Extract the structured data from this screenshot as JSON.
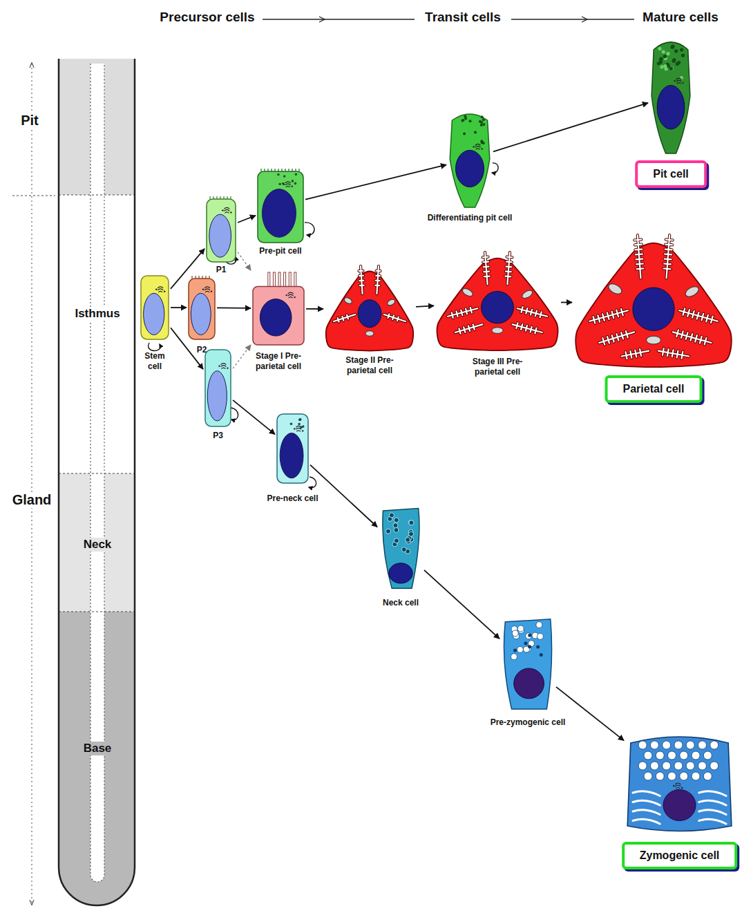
{
  "diagram": {
    "nodes": [
      {
        "text": [
          "Stem cell"
        ]
      },
      {
        "text": [
          "P1"
        ]
      },
      {
        "text": [
          "P2"
        ]
      },
      {
        "text": [
          "P3"
        ]
      },
      {
        "text": [
          "Pre-pit cell"
        ]
      },
      {
        "text": [
          "Differentiating pit cell"
        ]
      },
      {
        "text": [
          "Pit cell"
        ]
      },
      {
        "text": [
          "Stage I Pre-parietal cell"
        ]
      },
      {
        "text": [
          "Stage II Pre-parietal cell"
        ]
      },
      {
        "text": [
          "Stage III Pre-parietal cell"
        ]
      },
      {
        "text": [
          "Parietal cell"
        ]
      },
      {
        "text": [
          "Pre-neck cell"
        ]
      },
      {
        "text": [
          "Neck cell"
        ]
      },
      {
        "text": [
          "Pre-zymogenic cell"
        ]
      },
      {
        "text": [
          "Zymogenic cell"
        ]
      }
    ],
    "edges": [
      {
        "from": 0,
        "to": 1,
        "arrow": "to"
      },
      {
        "from": 0,
        "to": 2,
        "arrow": "to"
      },
      {
        "from": 0,
        "to": 3,
        "arrow": "to"
      },
      {
        "from": 1,
        "to": 4,
        "arrow": "to"
      },
      {
        "from": 4,
        "to": 5,
        "arrow": "to"
      },
      {
        "from": 5,
        "to": 6,
        "arrow": "to"
      },
      {
        "from": 1,
        "to": 7,
        "arrow": "to"
      },
      {
        "from": 2,
        "to": 7,
        "arrow": "to"
      },
      {
        "from": 3,
        "to": 7,
        "arrow": "to"
      },
      {
        "from": 7,
        "to": 8,
        "arrow": "to"
      },
      {
        "from": 8,
        "to": 9,
        "arrow": "to"
      },
      {
        "from": 9,
        "to": 10,
        "arrow": "to"
      },
      {
        "from": 3,
        "to": 11,
        "arrow": "to"
      },
      {
        "from": 11,
        "to": 12,
        "arrow": "to"
      },
      {
        "from": 12,
        "to": 13,
        "arrow": "to"
      },
      {
        "from": 13,
        "to": 14,
        "arrow": "to"
      }
    ],
    "labels": [
      "Precursor cells",
      "Transit cells",
      "Mature cells",
      "Pit",
      "Isthmus",
      "Gland",
      "Neck",
      "Base"
    ]
  }
}
